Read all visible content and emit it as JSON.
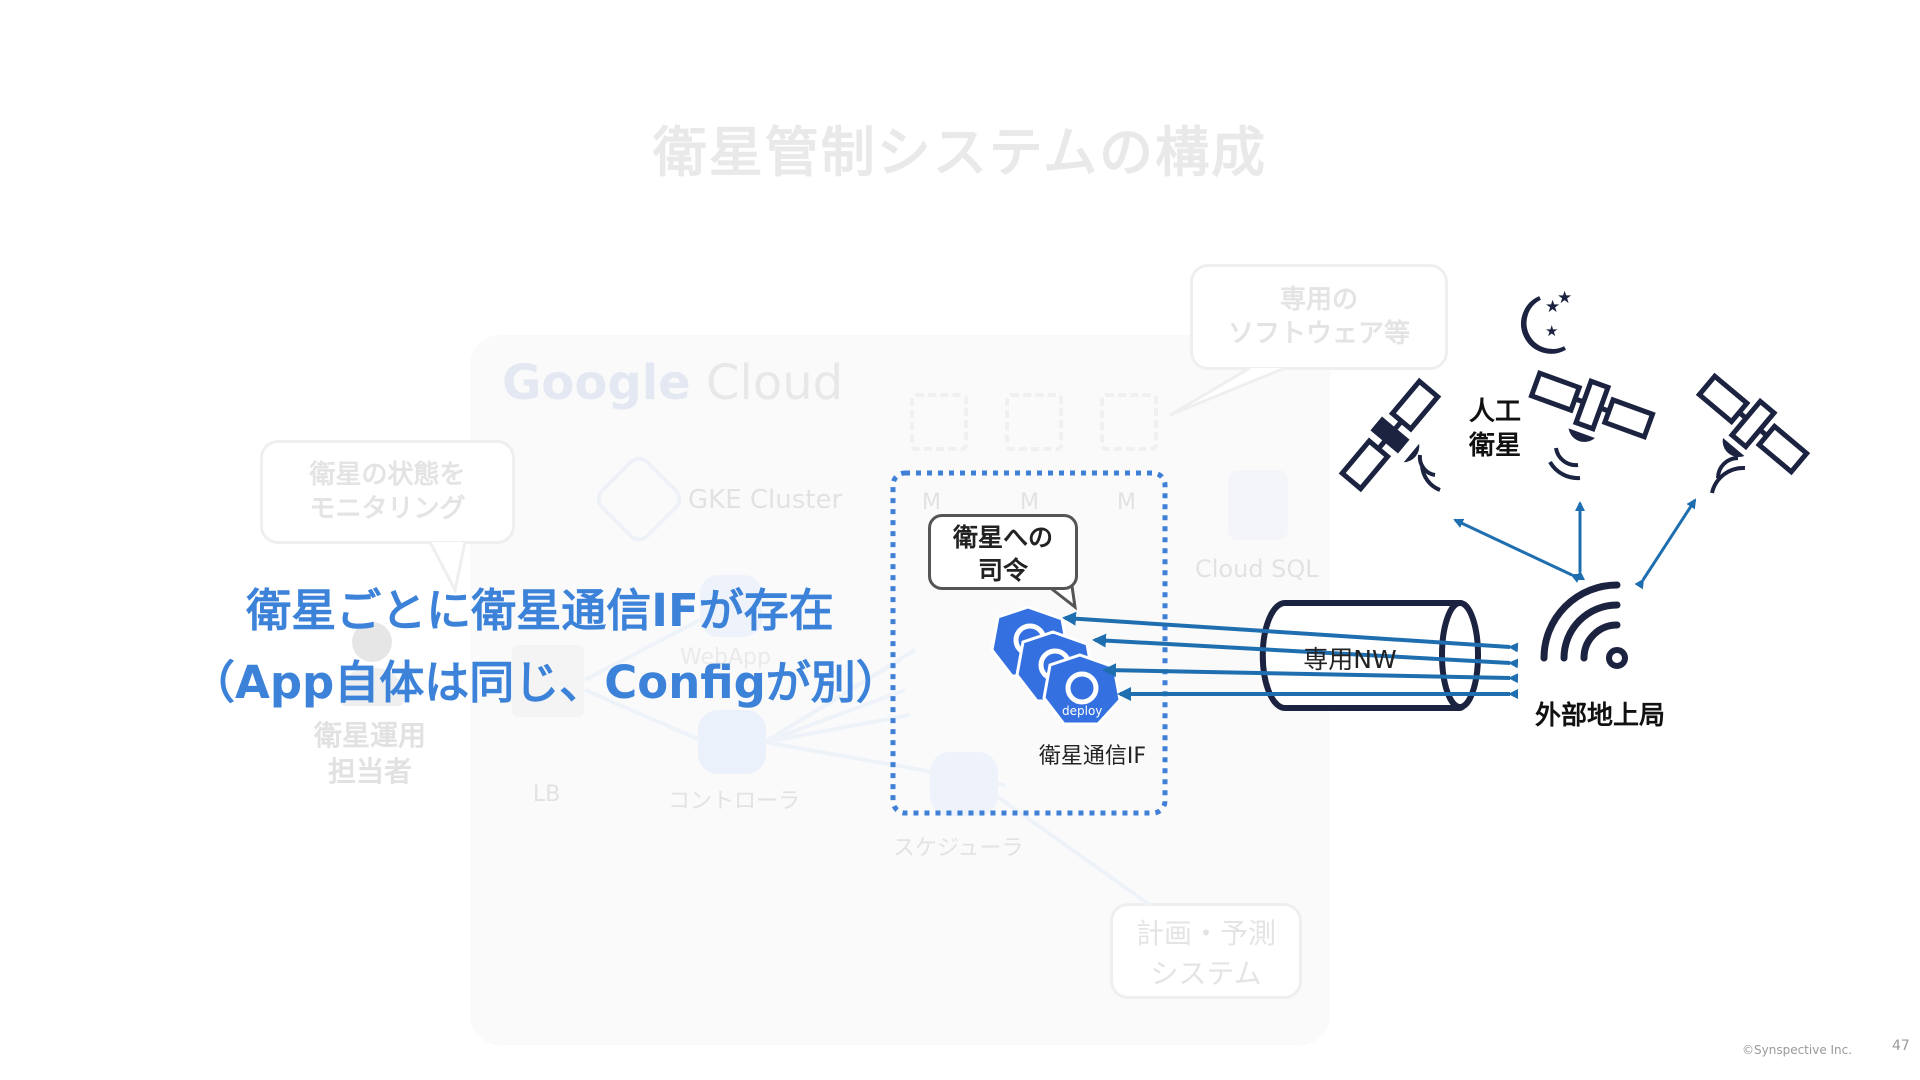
{
  "title": "衛星管制システムの構成",
  "gcp": {
    "logo_google": "Google",
    "logo_cloud": "Cloud",
    "cluster_label": "GKE Cluster",
    "cloud_sql_label": "Cloud SQL",
    "node_labels": [
      "M",
      "M",
      "M"
    ],
    "lb_label": "LB",
    "controller_label": "コントローラ",
    "scheduler_label": "スケジューラ",
    "webapp_label": "WebApp"
  },
  "bubbles": {
    "monitoring": [
      "衛星の状態を",
      "モニタリング"
    ],
    "software": [
      "専用の",
      "ソフトウェア等"
    ],
    "planning": [
      "計画・予測",
      "システム"
    ],
    "command": [
      "衛星への",
      "司令"
    ]
  },
  "operator_label": [
    "衛星運用",
    "担当者"
  ],
  "overlay": {
    "line1": "衛星ごとに衛星通信IFが存在",
    "line2": "（App自体は同じ、Configが別）"
  },
  "satellite_if_label": "衛星通信IF",
  "deploy_text": "deploy",
  "network_label": "専用NW",
  "ground_station_label": "外部地上局",
  "satellite_label": [
    "人工",
    "衛星"
  ],
  "footer": {
    "copyright": "©Synspective Inc.",
    "page": "47"
  },
  "colors": {
    "accent": "#3c82d9",
    "navy": "#1b2340",
    "arrow": "#1f6fb0",
    "deploy": "#3470df"
  }
}
